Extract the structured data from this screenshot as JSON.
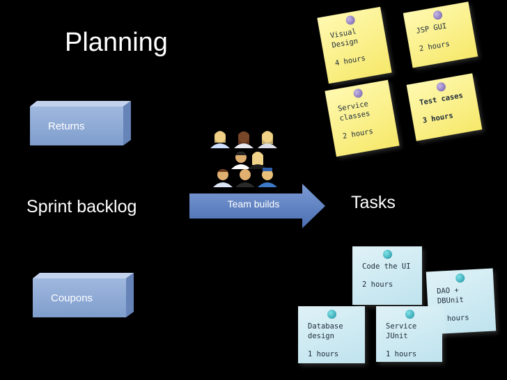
{
  "title": "Planning",
  "sprint_backlog_label": "Sprint backlog",
  "tasks_label": "Tasks",
  "team_builds_label": "Team builds",
  "backlog_items": [
    {
      "label": "Returns"
    },
    {
      "label": "Coupons"
    }
  ],
  "yellow_notes": [
    {
      "title": "Visual Design",
      "time": "4 hours"
    },
    {
      "title": "JSP GUI",
      "time": "2 hours"
    },
    {
      "title": "Service classes",
      "time": "2 hours"
    },
    {
      "title": "Test cases",
      "time": "3 hours"
    }
  ],
  "blue_notes": [
    {
      "title": "Code the UI",
      "time": "2 hours"
    },
    {
      "title": "DAO + DBUnit",
      "time": "1 hours"
    },
    {
      "title": "Database design",
      "time": "1 hours"
    },
    {
      "title": "Service JUnit",
      "time": "1 hours"
    }
  ],
  "colors": {
    "box_face": "#8fa9d5",
    "arrow": "#5a7fc0",
    "yellow_note": "#f8ec7a",
    "blue_note": "#cdeaf2"
  }
}
